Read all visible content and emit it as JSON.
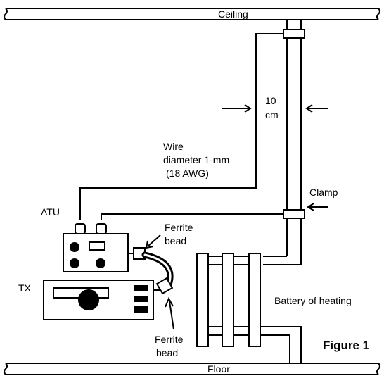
{
  "labels": {
    "ceiling": "Ceiling",
    "floor": "Floor",
    "spacing_value": "10",
    "spacing_unit": "cm",
    "wire_line1": "Wire",
    "wire_line2": "diameter 1-mm",
    "wire_line3": "(18 AWG)",
    "clamp": "Clamp",
    "atu": "ATU",
    "ferrite_top_line1": "Ferrite",
    "ferrite_top_line2": "bead",
    "tx": "TX",
    "ferrite_bottom_line1": "Ferrite",
    "ferrite_bottom_line2": "bead",
    "radiator": "Battery of heating",
    "figure": "Figure 1"
  }
}
